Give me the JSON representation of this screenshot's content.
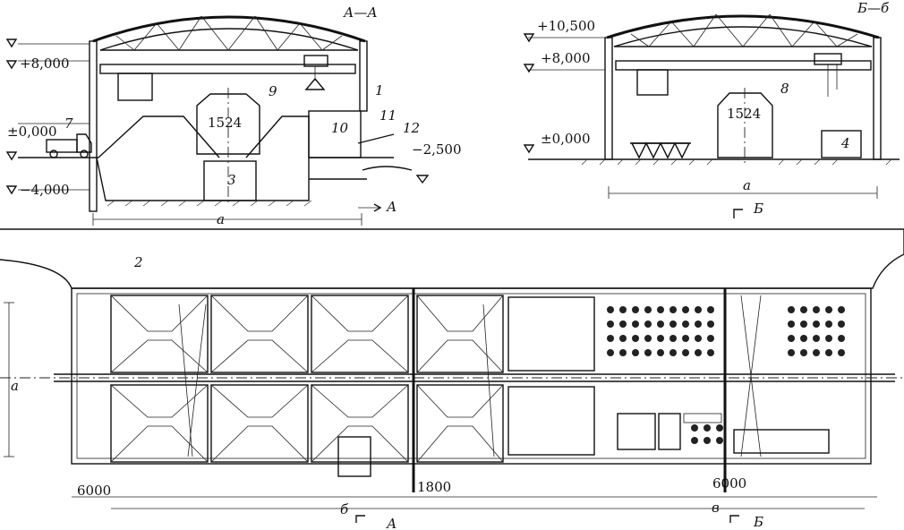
{
  "section_aa": {
    "title": "А—А",
    "levels": [
      "+8,000",
      "±0,000",
      "−4,000",
      "−2,500"
    ],
    "callouts": [
      "1",
      "3",
      "7",
      "9",
      "10",
      "11",
      "12"
    ],
    "gauge": "1524",
    "span": "а",
    "cut": "А"
  },
  "section_bb": {
    "title": "Б—б",
    "levels": [
      "+10,500",
      "+8,000",
      "±0,000"
    ],
    "callouts": [
      "4",
      "8"
    ],
    "gauge": "1524",
    "span": "а",
    "cut": "Б"
  },
  "plan": {
    "callout": "2",
    "dims": [
      "6000",
      "1800",
      "6000"
    ],
    "width_label": "а",
    "span_b": "б",
    "span_v": "в",
    "cut_a": "А",
    "cut_b": "Б"
  }
}
